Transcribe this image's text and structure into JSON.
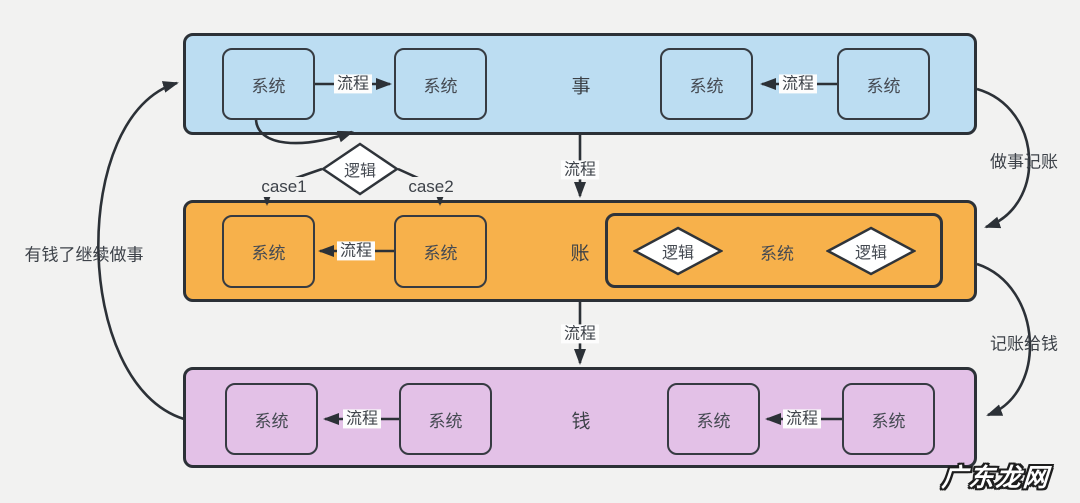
{
  "colors": {
    "background": "#f2f2f1",
    "band_things": "#bcddf2",
    "band_accounts": "#f7b14b",
    "band_money": "#e3c1e7",
    "line": "#2c3137",
    "diamond_fill": "#ffffff",
    "text": "#3d4249",
    "flow_label_bg": "#fdfdfd"
  },
  "bands": {
    "things": {
      "title": "事",
      "box1": "系统",
      "box2": "系统",
      "box3": "系统",
      "box4": "系统",
      "flow1": "流程",
      "flow2": "流程"
    },
    "accounts": {
      "title": "账",
      "box1": "系统",
      "box2": "系统",
      "flow1": "流程",
      "container": {
        "logic_left": "逻辑",
        "system": "系统",
        "logic_right": "逻辑"
      }
    },
    "money": {
      "title": "钱",
      "box1": "系统",
      "box2": "系统",
      "box3": "系统",
      "box4": "系统",
      "flow1": "流程",
      "flow2": "流程"
    }
  },
  "connectors": {
    "decision": "逻辑",
    "case1": "case1",
    "case2": "case2",
    "flow_down1": "流程",
    "flow_down2": "流程",
    "right_top": "做事记账",
    "right_bottom": "记账给钱",
    "left_loop": "有钱了继续做事"
  },
  "watermark": "广东龙网"
}
